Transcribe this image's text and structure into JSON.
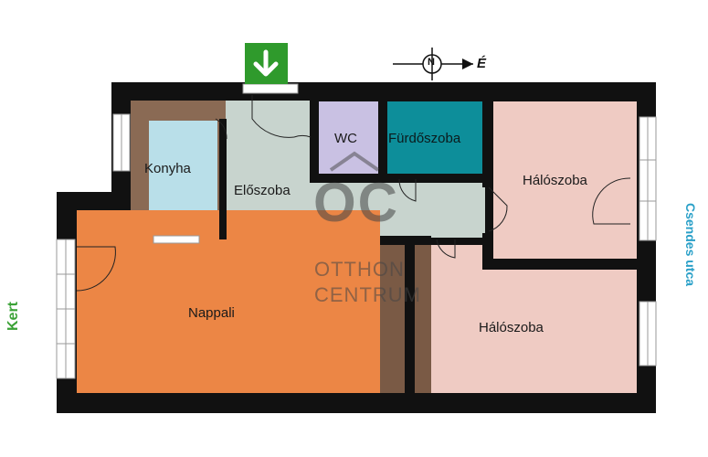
{
  "rooms": {
    "kitchen": "Konyha",
    "hallway": "Előszoba",
    "wc": "WC",
    "bathroom": "Fürdőszoba",
    "bedroom_top": "Hálószoba",
    "living": "Nappali",
    "bedroom_bottom": "Hálószoba"
  },
  "sides": {
    "garden": "Kert",
    "street": "Csendes utca"
  },
  "compass": {
    "north_letter": "É",
    "center_letter": "N"
  },
  "watermark": {
    "logo": "OC",
    "line1": "OTTHON",
    "line2": "CENTRUM"
  },
  "colors": {
    "wall": "#111111",
    "kitchen": "#b9dfe9",
    "hallway": "#c8d4ce",
    "wc": "#c9c1e3",
    "bathroom": "#0d8e9a",
    "bedroom": "#efcbc3",
    "living": "#ec8645",
    "wood": "#7a5a45",
    "entrance": "#2f9a2c",
    "garden_label": "#3aa136",
    "street_label": "#2aa0c8"
  }
}
